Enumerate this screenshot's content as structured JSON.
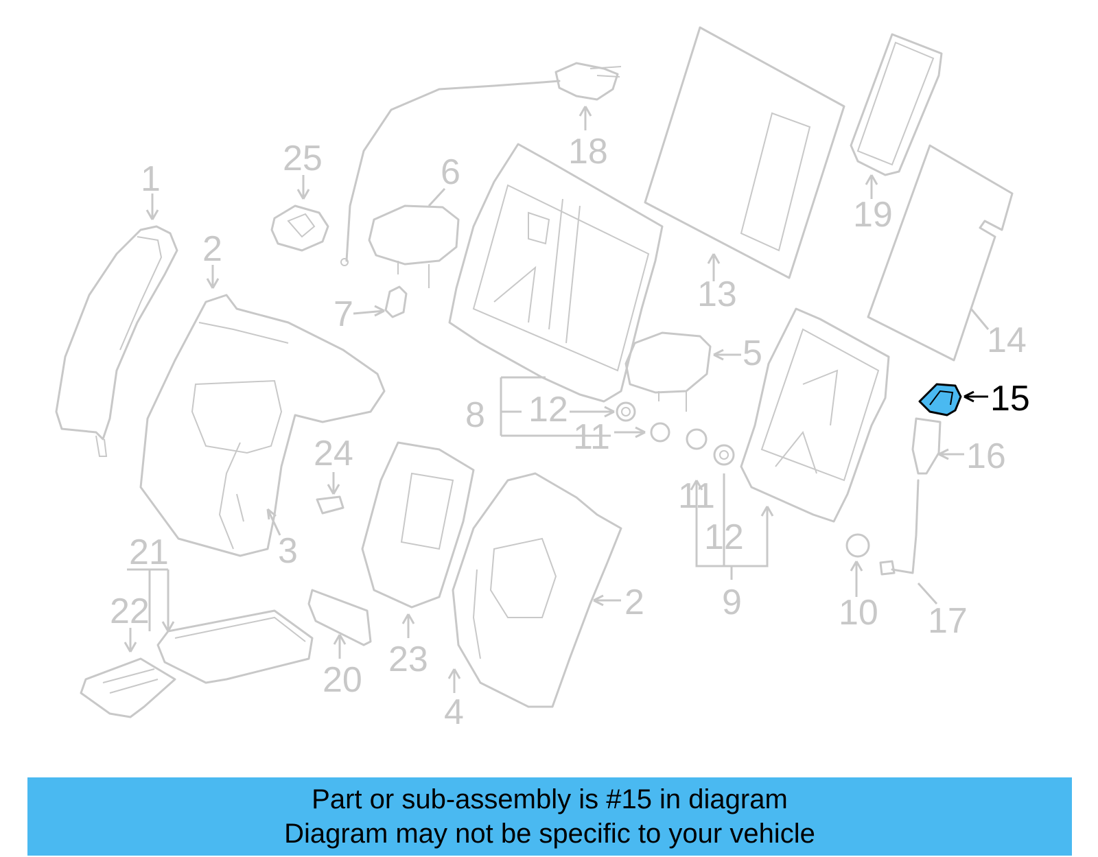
{
  "diagram": {
    "callouts": {
      "c1": "1",
      "c2a": "2",
      "c2b": "2",
      "c3": "3",
      "c4": "4",
      "c5": "5",
      "c6": "6",
      "c7": "7",
      "c8": "8",
      "c9": "9",
      "c10": "10",
      "c11a": "11",
      "c11b": "11",
      "c12a": "12",
      "c12b": "12",
      "c13": "13",
      "c14": "14",
      "c15": "15",
      "c16": "16",
      "c17": "17",
      "c18": "18",
      "c19": "19",
      "c20": "20",
      "c21": "21",
      "c22": "22",
      "c23": "23",
      "c24": "24",
      "c25": "25"
    },
    "highlight_part": "15",
    "highlight_color": "#4ab9f1",
    "line_color": "#c8c8c8"
  },
  "banner": {
    "line1": "Part or sub-assembly is #15 in diagram",
    "line2": "Diagram may not be specific to your vehicle",
    "color": "#4ab9f1"
  }
}
